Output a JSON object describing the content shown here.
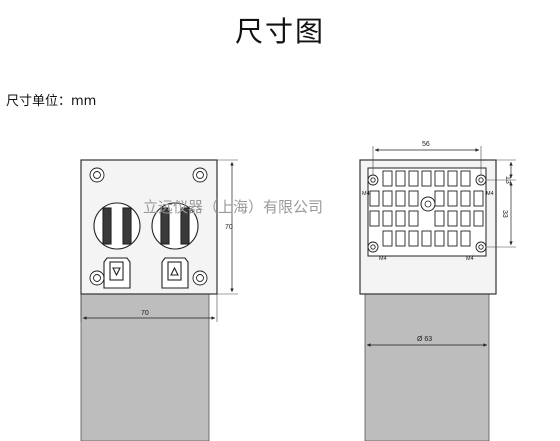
{
  "title": "尺寸图",
  "unit_label": "尺寸单位：mm",
  "front_view": {
    "width_label": "70",
    "height_label": "70"
  },
  "side_view": {
    "top_label": "56",
    "right_label_top": "13",
    "right_label_mid": "33",
    "diameter_label": "Ø 63",
    "thread_tl": "M4",
    "thread_tr": "M4",
    "thread_bl": "M4",
    "thread_br": "M4"
  },
  "watermark": "立远仪器（上海）有限公司"
}
